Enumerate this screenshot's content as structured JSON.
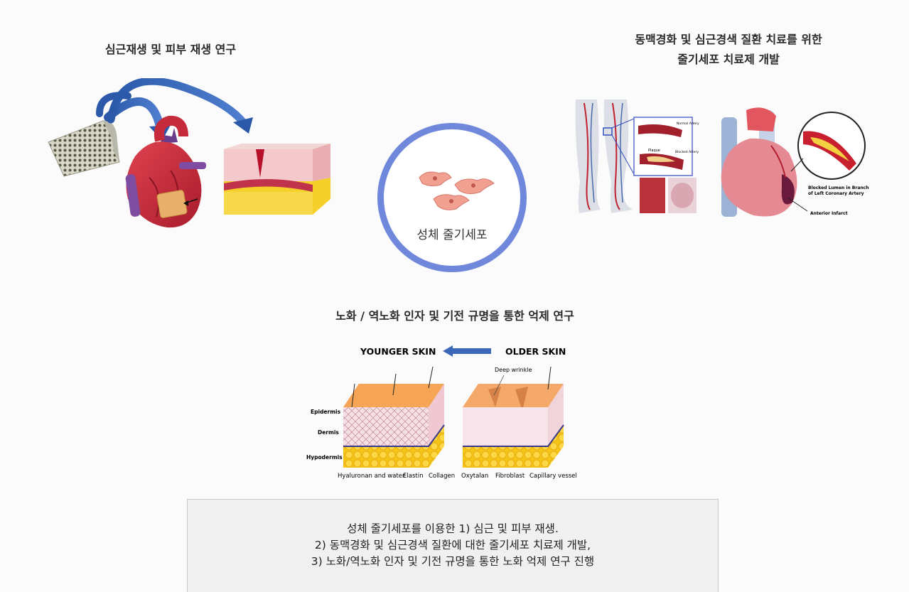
{
  "sections": {
    "regeneration_title": "심근재생 및 피부 재생 연구",
    "therapy_title_line1": "동맥경화 및 심근경색 질환 치료를 위한",
    "therapy_title_line2": "줄기세포 치료제 개발",
    "center_label": "성체 줄기세포",
    "aging_title": "노화 / 역노화 인자 및 기전 규명을 통한 억제 연구"
  },
  "artery_figure": {
    "normal_artery": "Normal Artery",
    "plaque": "Plaque",
    "blocked_artery": "Blocked Artery",
    "blocked_lumen_line1": "Blocked Lumen in Branch",
    "blocked_lumen_line2": "of Left Coronary Artery",
    "anterior_infarct": "Anterior Infarct"
  },
  "skin_figure": {
    "younger": "YOUNGER SKIN",
    "older": "OLDER SKIN",
    "deep_wrinkle": "Deep wrinkle",
    "epidermis": "Epidermis",
    "dermis": "Dermis",
    "hypodermis": "Hypodermis",
    "labels": [
      "Hyaluronan and water",
      "Elastin",
      "Collagen",
      "Oxytalan",
      "Fibroblast",
      "Capillary vessel"
    ]
  },
  "summary": {
    "line1": "성체 줄기세포를 이용한 1) 심근 및 피부 재생.",
    "line2": "2) 동맥경화 및 심근경색 질환에 대한 줄기세포 치료제 개발,",
    "line3": "3) 노화/역노화 인자 및 기전 규명을 통한 노화 억제 연구 진행"
  },
  "colors": {
    "ring": "#6f88dc",
    "arrow_blue": "#3d67b8",
    "heart_red": "#c62b3b",
    "skin_orange": "#f2a35c",
    "fat_yellow": "#f3c21a"
  }
}
